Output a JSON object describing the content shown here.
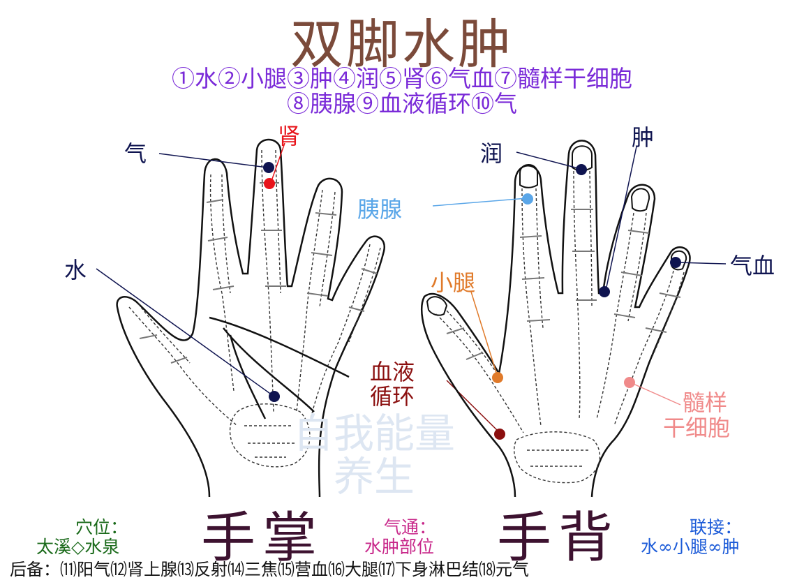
{
  "title": "双脚水肿",
  "legend_line1": "①水②小腿③肿④润⑤肾⑥气血⑦髓样干细胞",
  "legend_line2": "⑧胰腺⑨血液循环⑩气",
  "palm_labels": {
    "qi": "气",
    "shen": "肾",
    "shui": "水",
    "xueye": "血液",
    "xunhuan": "循环"
  },
  "back_labels": {
    "run": "润",
    "zhong": "肿",
    "yixian": "胰腺",
    "xiaotui": "小腿",
    "qixue": "气血",
    "suiyang": "髓样",
    "ganxibao": "干细胞"
  },
  "watermark_line1": "自我能量",
  "watermark_line2": "养生",
  "footer": {
    "acupoint_label": "穴位：",
    "acupoint_value": "太溪◇水泉",
    "palm_title": "手掌",
    "qitong_label": "气通：",
    "qitong_value": "水肿部位",
    "back_title": "手背",
    "link_label": "联接：",
    "link_value": "水∞小腿∞肿",
    "backup": "后备：⑾阳气⑿肾上腺⒀反射⒁三焦⒂营血⒃大腿⒄下身淋巴结⒅元气"
  },
  "colors": {
    "title": "#7b4a3a",
    "legend": "#7a2ad8",
    "navy_dot": "#0f1450",
    "red_dot": "#e8141b",
    "light_blue": "#5aa6e8",
    "orange": "#e07a2a",
    "dark_red": "#8b0f0f",
    "pink": "#f08a8a",
    "green": "#1a6a1a",
    "magenta": "#c8288a",
    "blue": "#1c5bd8"
  }
}
